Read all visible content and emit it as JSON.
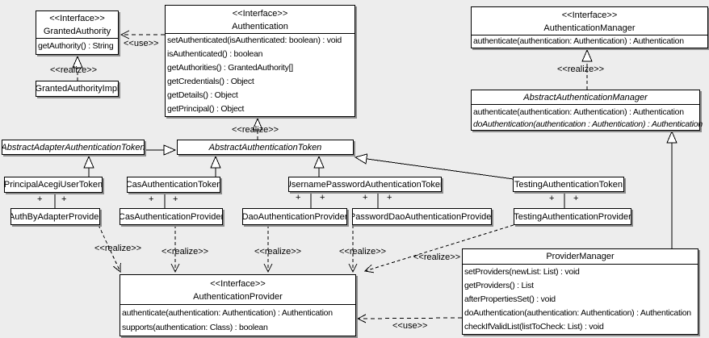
{
  "labels": {
    "use": "<<use>>",
    "realize": "<<realize>>",
    "plus": "+"
  },
  "classes": {
    "granted_authority": {
      "stereotype": "<<Interface>>",
      "name": "GrantedAuthority",
      "methods": [
        "getAuthority() : String"
      ]
    },
    "granted_authority_impl": {
      "name": "GrantedAuthorityImpl"
    },
    "authentication": {
      "stereotype": "<<Interface>>",
      "name": "Authentication",
      "methods": [
        "setAuthenticated(isAuthenticated: boolean) : void",
        "isAuthenticated() : boolean",
        "getAuthorities() : GrantedAuthority[]",
        "getCredentials() : Object",
        "getDetails() : Object",
        "getPrincipal() : Object"
      ]
    },
    "authentication_manager": {
      "stereotype": "<<Interface>>",
      "name": "AuthenticationManager",
      "methods": [
        "authenticate(authentication: Authentication) : Authentication"
      ]
    },
    "abstract_authentication_manager": {
      "name": "AbstractAuthenticationManager",
      "abstract": true,
      "methods": [
        "authenticate(authentication: Authentication) : Authentication",
        "doAuthentication(authentication : Authentication) : Authentication"
      ]
    },
    "abstract_adapter_authentication_token": {
      "name": "AbstractAdapterAuthenticationToken",
      "abstract": true
    },
    "abstract_authentication_token": {
      "name": "AbstractAuthenticationToken",
      "abstract": true
    },
    "principal_acegi_user_token": {
      "name": "PrincipalAcegiUserToken"
    },
    "cas_authentication_token": {
      "name": "CasAuthenticationToken"
    },
    "username_password_authentication_token": {
      "name": "UsernamePasswordAuthenticationToken"
    },
    "testing_authentication_token": {
      "name": "TestingAuthenticationToken"
    },
    "auth_by_adapter_provider": {
      "name": "AuthByAdapterProvider"
    },
    "cas_authentication_provider": {
      "name": "CasAuthenticationProvider"
    },
    "dao_authentication_provider": {
      "name": "DaoAuthenticationProvider"
    },
    "password_dao_authentication_provider": {
      "name": "PasswordDaoAuthenticationProvider"
    },
    "testing_authentication_provider": {
      "name": "TestingAuthenticationProvider"
    },
    "authentication_provider": {
      "stereotype": "<<Interface>>",
      "name": "AuthenticationProvider",
      "methods": [
        "authenticate(authentication: Authentication) : Authentication",
        "supports(authentication: Class) : boolean"
      ]
    },
    "provider_manager": {
      "name": "ProviderManager",
      "methods": [
        "setProviders(newList: List) : void",
        "getProviders() : List",
        "afterPropertiesSet() : void",
        "doAuthentication(authentication: Authentication) : Authentication",
        "checkIfValidList(listToCheck: List) : void"
      ]
    }
  },
  "relationships": [
    {
      "from": "Authentication",
      "to": "GrantedAuthority",
      "type": "use"
    },
    {
      "from": "GrantedAuthorityImpl",
      "to": "GrantedAuthority",
      "type": "realize"
    },
    {
      "from": "AbstractAuthenticationToken",
      "to": "Authentication",
      "type": "realize"
    },
    {
      "from": "AbstractAuthenticationManager",
      "to": "AuthenticationManager",
      "type": "realize"
    },
    {
      "from": "AbstractAdapterAuthenticationToken",
      "to": "AbstractAuthenticationToken",
      "type": "generalization"
    },
    {
      "from": "PrincipalAcegiUserToken",
      "to": "AbstractAdapterAuthenticationToken",
      "type": "generalization"
    },
    {
      "from": "CasAuthenticationToken",
      "to": "AbstractAuthenticationToken",
      "type": "generalization"
    },
    {
      "from": "UsernamePasswordAuthenticationToken",
      "to": "AbstractAuthenticationToken",
      "type": "generalization"
    },
    {
      "from": "TestingAuthenticationToken",
      "to": "AbstractAuthenticationToken",
      "type": "generalization"
    },
    {
      "from": "ProviderManager",
      "to": "AbstractAuthenticationManager",
      "type": "generalization"
    },
    {
      "from": "AuthByAdapterProvider",
      "to": "AuthenticationProvider",
      "type": "realize"
    },
    {
      "from": "CasAuthenticationProvider",
      "to": "AuthenticationProvider",
      "type": "realize"
    },
    {
      "from": "DaoAuthenticationProvider",
      "to": "AuthenticationProvider",
      "type": "realize"
    },
    {
      "from": "PasswordDaoAuthenticationProvider",
      "to": "AuthenticationProvider",
      "type": "realize"
    },
    {
      "from": "TestingAuthenticationProvider",
      "to": "AuthenticationProvider",
      "type": "realize"
    },
    {
      "from": "ProviderManager",
      "to": "AuthenticationProvider",
      "type": "use"
    },
    {
      "from": "PrincipalAcegiUserToken",
      "to": "AuthByAdapterProvider",
      "type": "association",
      "multiplicities": [
        "+",
        "+"
      ]
    },
    {
      "from": "CasAuthenticationToken",
      "to": "CasAuthenticationProvider",
      "type": "association",
      "multiplicities": [
        "+",
        "+"
      ]
    },
    {
      "from": "UsernamePasswordAuthenticationToken",
      "to": "DaoAuthenticationProvider",
      "type": "association",
      "multiplicities": [
        "+",
        "+"
      ]
    },
    {
      "from": "UsernamePasswordAuthenticationToken",
      "to": "PasswordDaoAuthenticationProvider",
      "type": "association",
      "multiplicities": [
        "+",
        "+"
      ]
    },
    {
      "from": "TestingAuthenticationToken",
      "to": "TestingAuthenticationProvider",
      "type": "association",
      "multiplicities": [
        "+",
        "+"
      ]
    }
  ]
}
